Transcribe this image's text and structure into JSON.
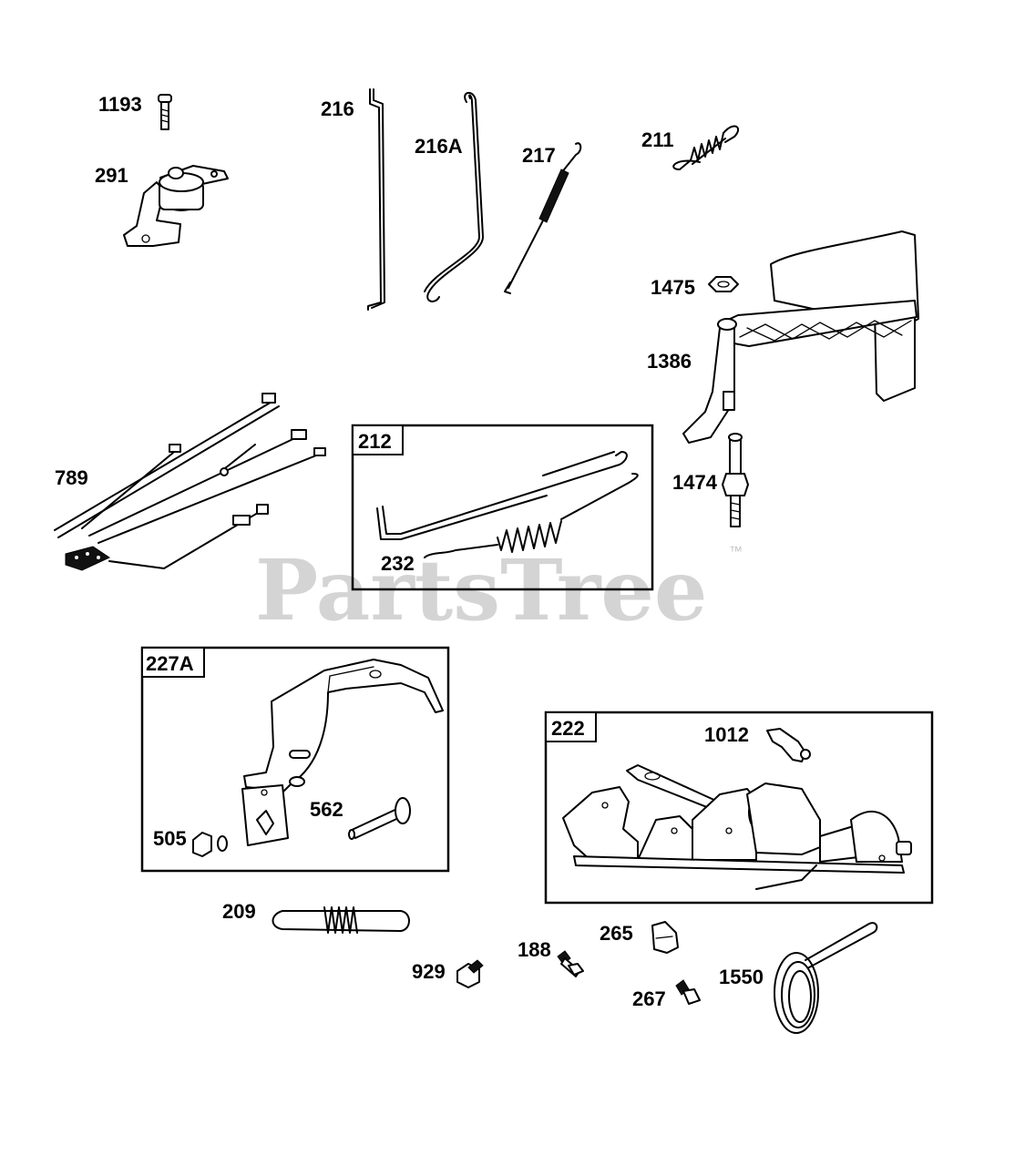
{
  "diagram": {
    "watermark": "PartsTree",
    "trademark": "™",
    "callouts": {
      "p1193": "1193",
      "p291": "291",
      "p216": "216",
      "p216a": "216A",
      "p217": "217",
      "p211": "211",
      "p1475": "1475",
      "p1386": "1386",
      "p789": "789",
      "p1474": "1474",
      "p232": "232",
      "p562": "562",
      "p505": "505",
      "p1012": "1012",
      "p209": "209",
      "p265": "265",
      "p188": "188",
      "p929": "929",
      "p267": "267",
      "p1550": "1550"
    },
    "boxes": {
      "b212": "212",
      "b227a": "227A",
      "b222": "222"
    }
  }
}
